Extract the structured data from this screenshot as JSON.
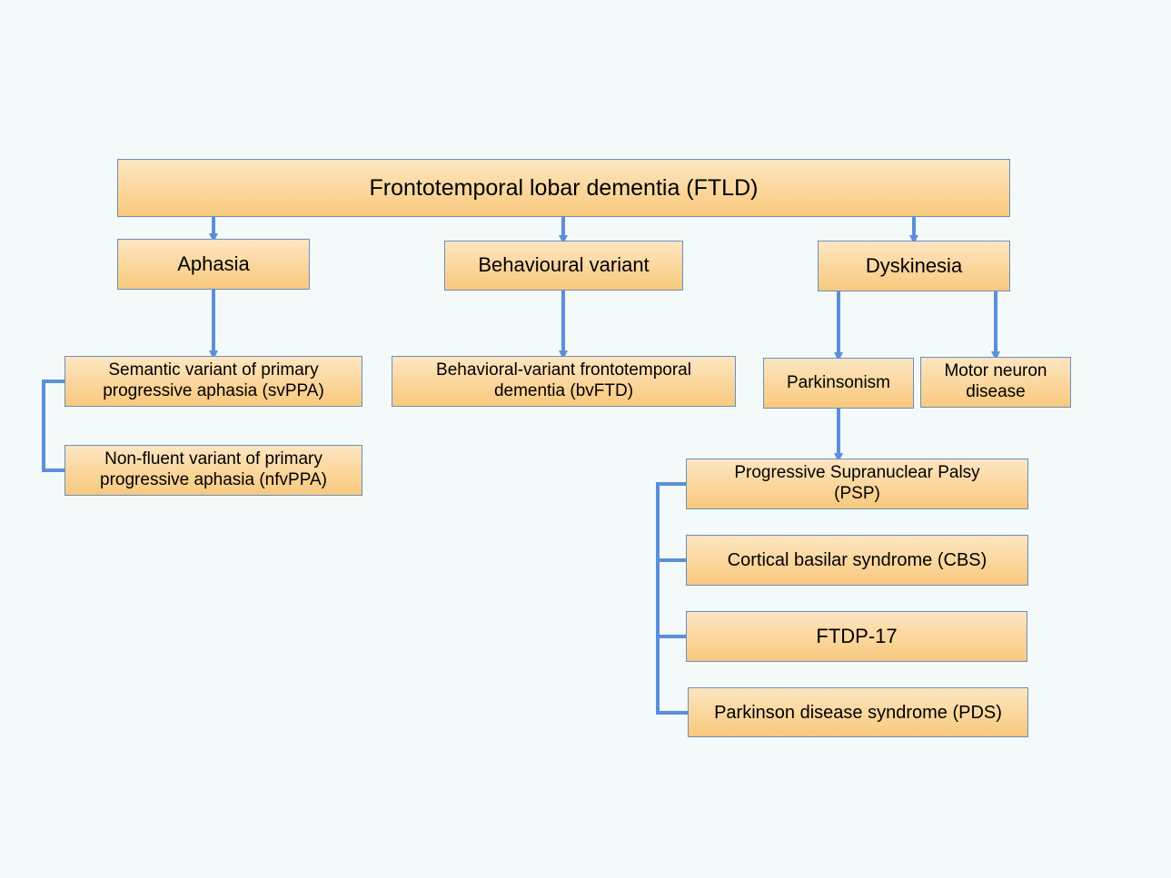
{
  "diagram": {
    "root": "Frontotemporal lobar dementia (FTLD)",
    "categories": {
      "aphasia": "Aphasia",
      "behavioural": "Behavioural variant",
      "dyskinesia": "Dyskinesia"
    },
    "aphasia_types": {
      "svppa": "Semantic variant of primary progressive aphasia (svPPA)",
      "nfvppa": "Non-fluent variant of primary progressive aphasia (nfvPPA)"
    },
    "behavioural_types": {
      "bvftd": "Behavioral-variant frontotemporal dementia (bvFTD)"
    },
    "dyskinesia_types": {
      "parkinsonism": "Parkinsonism",
      "mnd": "Motor neuron disease"
    },
    "parkinsonism_types": {
      "psp": "Progressive Supranuclear Palsy (PSP)",
      "cbs": "Cortical basilar syndrome (CBS)",
      "ftdp17": "FTDP-17",
      "pds": "Parkinson disease syndrome (PDS)"
    },
    "colors": {
      "box_fill_top": "#fde6c2",
      "box_fill_bottom": "#f8c97e",
      "box_border": "#6c8ebf",
      "connector": "#5b8fdb",
      "background": "#f4faf9"
    }
  }
}
